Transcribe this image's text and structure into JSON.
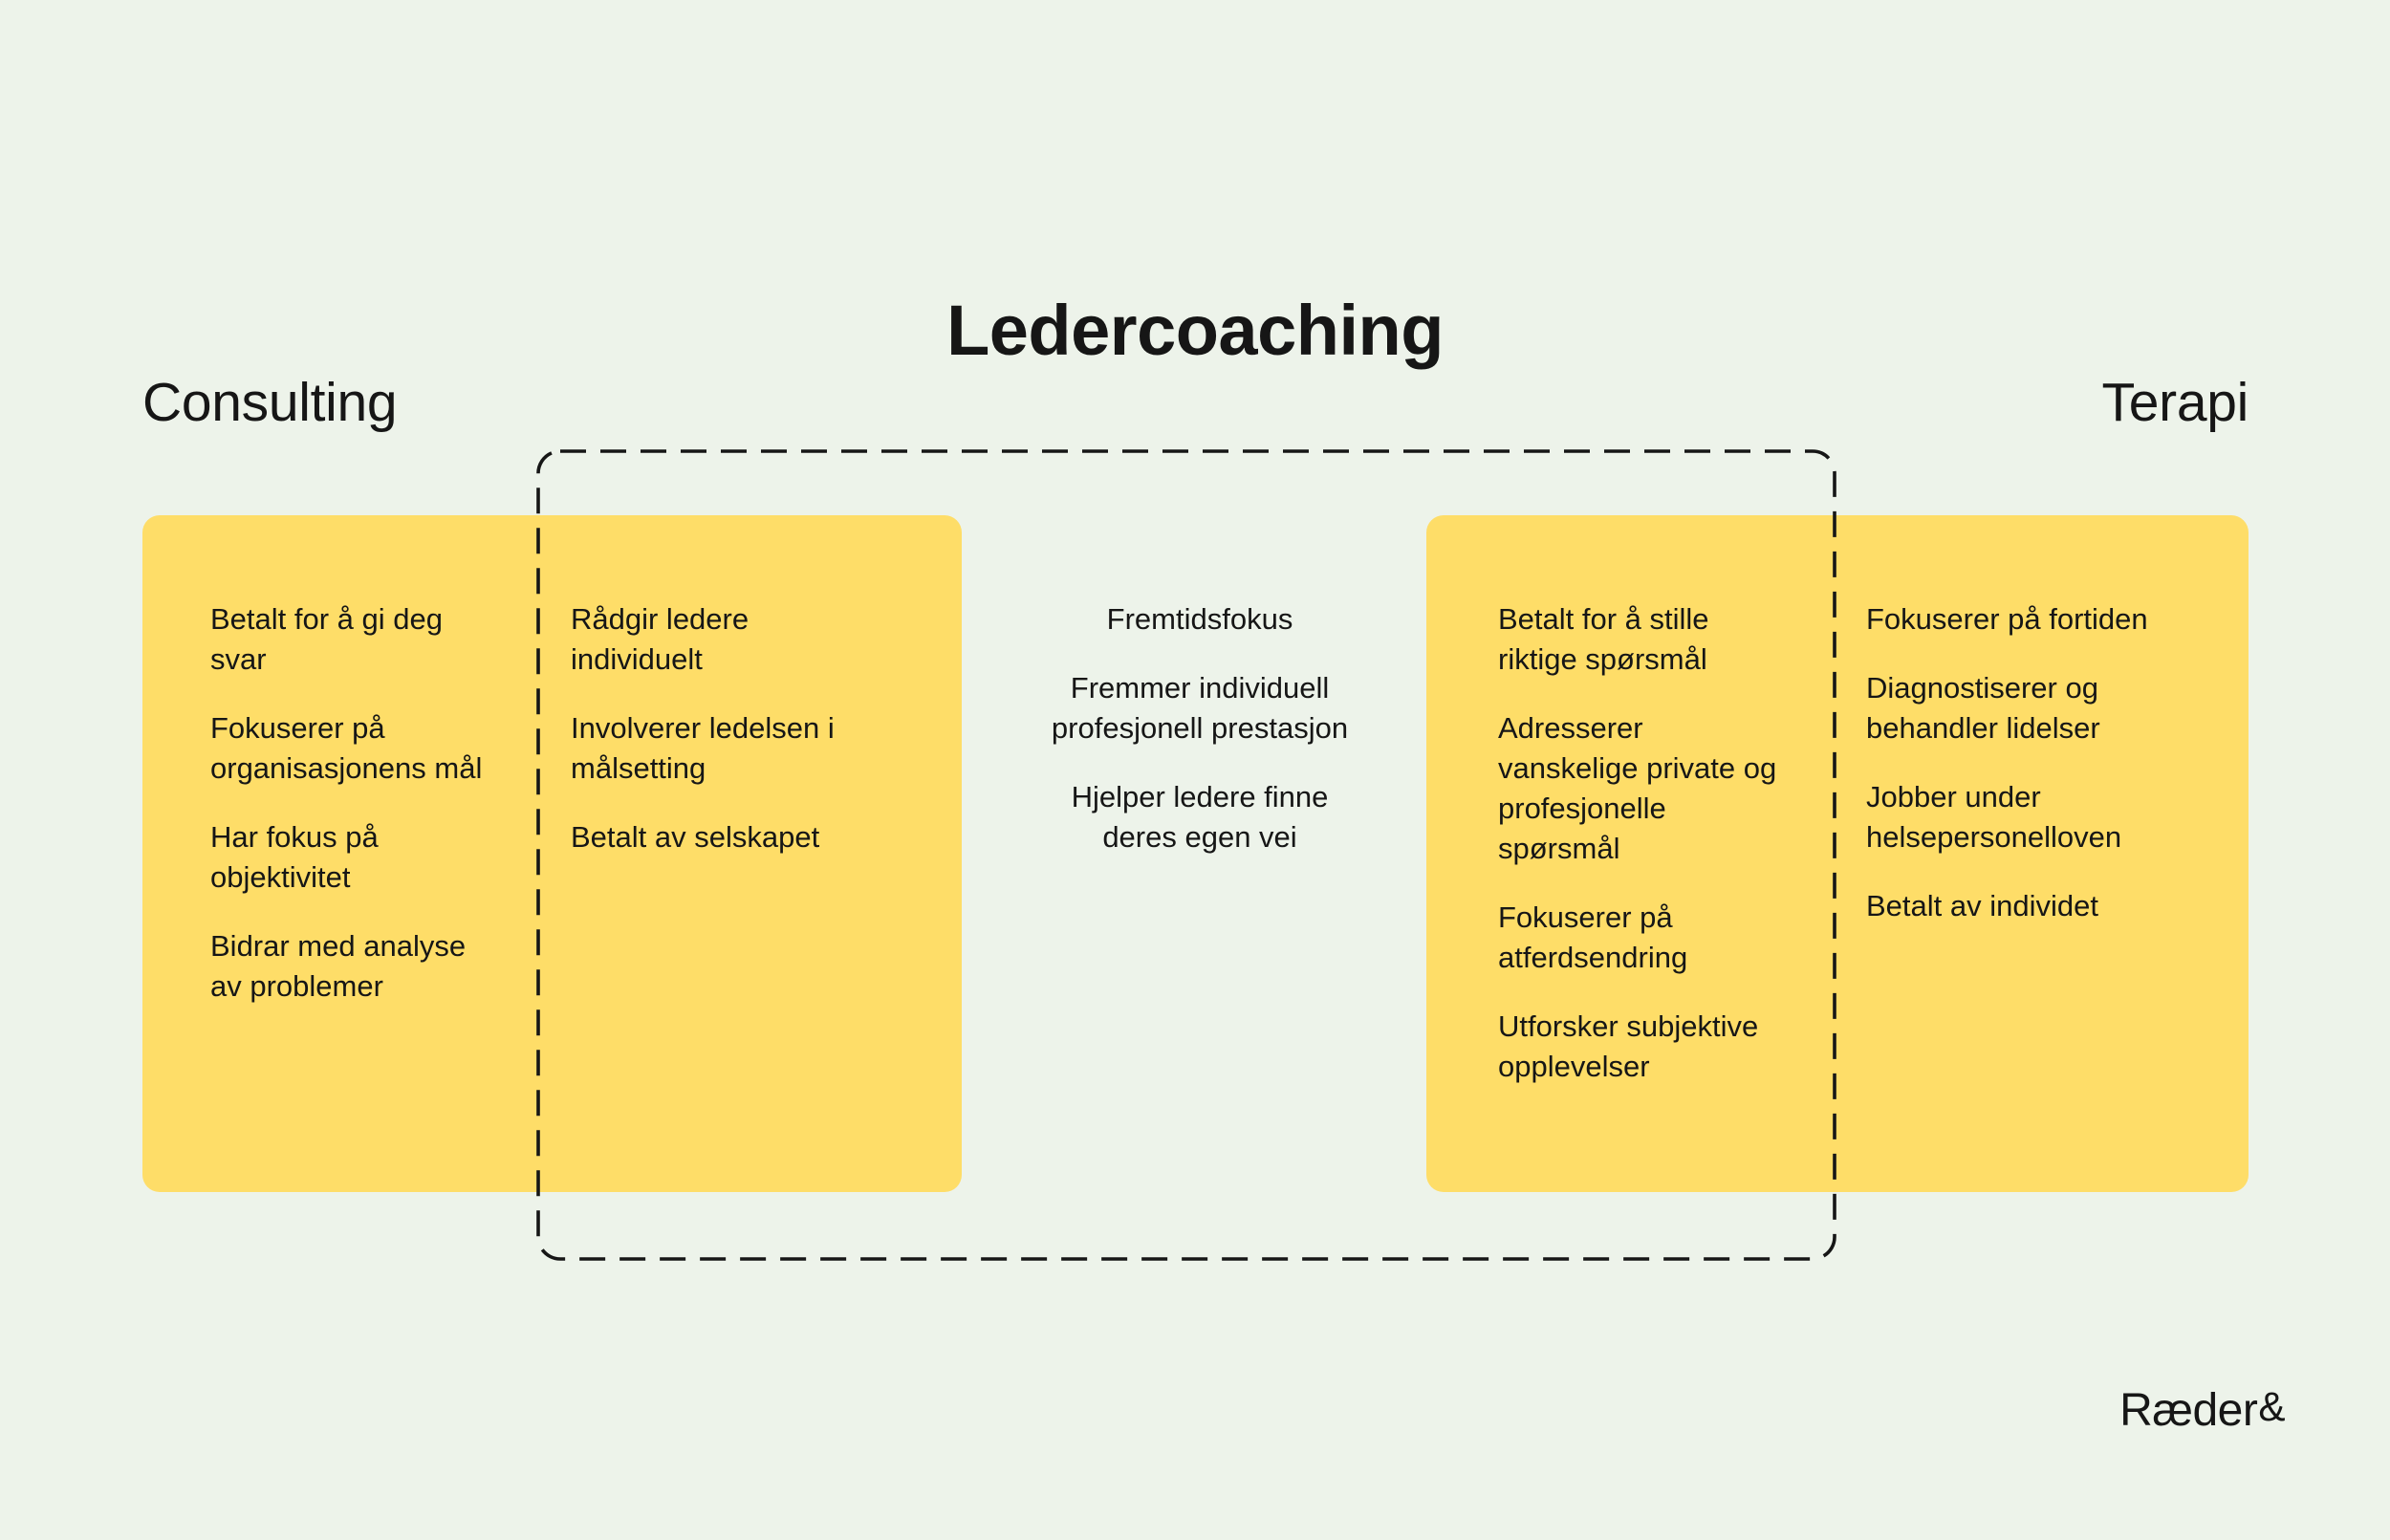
{
  "title": "Ledercoaching",
  "consulting": {
    "label": "Consulting",
    "items": [
      "Betalt for å gi deg\nsvar",
      "Fokuserer på\norganisasjonens mål",
      "Har fokus på\nobjektivitet",
      "Bidrar med analyse\nav problemer"
    ]
  },
  "coaching": {
    "consulting_overlap_items": [
      "Rådgir ledere\nindividuelt",
      "Involverer ledelsen i\nmålsetting",
      "Betalt av selskapet"
    ],
    "core_items": [
      "Fremtidsfokus",
      "Fremmer individuell\nprofesjonell prestasjon",
      "Hjelper ledere finne\nderes egen vei"
    ],
    "terapi_overlap_items": [
      "Betalt for å stille\nriktige spørsmål",
      "Adresserer\nvanskelige private og\nprofesjonelle\nspørsmål",
      "Fokuserer på\natferdsendring",
      "Utforsker subjektive\nopplevelser"
    ]
  },
  "terapi": {
    "label": "Terapi",
    "items": [
      "Fokuserer på fortiden",
      "Diagnostiserer og\nbehandler lidelser",
      "Jobber under\nhelsepersonelloven",
      "Betalt av individet"
    ]
  },
  "logo": {
    "name": "Ræder",
    "ampersand": "&"
  },
  "colors": {
    "background": "#EDF3EA",
    "card_yellow": "#FEDD68",
    "ink": "#161616"
  }
}
